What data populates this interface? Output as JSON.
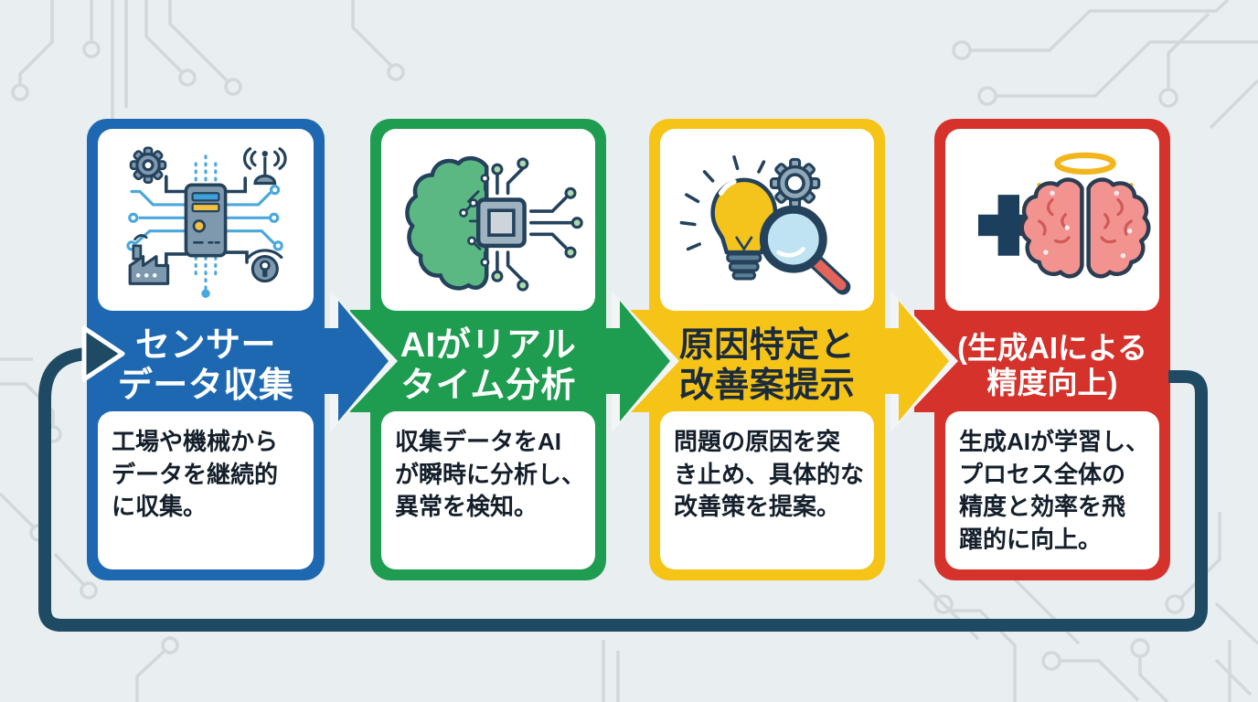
{
  "palette": {
    "background": "#e9eef0",
    "circuit_trace": "#d2d9db",
    "body_text": "#141f2b"
  },
  "feedback_loop": {
    "color": "#1e4b63"
  },
  "cards": [
    {
      "id": "sensor-data-collection",
      "color": "#1e68b2",
      "title_color": "#ffffff",
      "title_lines": [
        "センサー",
        "データ収集"
      ],
      "title_text": "センサーデータ収集",
      "body_lines": [
        "工場や機械から",
        "データを継続的",
        "に収集。"
      ],
      "body_text": "工場や機械からデータを継続的に収集。",
      "icon": "iot-sensor-network-icon"
    },
    {
      "id": "ai-realtime-analysis",
      "color": "#1e9c4f",
      "title_color": "#ffffff",
      "title_lines": [
        "AIがリアル",
        "タイム分析"
      ],
      "title_text": "AIがリアルタイム分析",
      "body_lines": [
        "収集データをAI",
        "が瞬時に分析し、",
        "異常を検知。"
      ],
      "body_text": "収集データをAIが瞬時に分析し、異常を検知。",
      "icon": "ai-brain-chip-icon"
    },
    {
      "id": "cause-identification",
      "color": "#f5c417",
      "title_color": "#1b2b3b",
      "title_lines": [
        "原因特定と",
        "改善案提示"
      ],
      "title_text": "原因特定と改善案提示",
      "body_lines": [
        "問題の原因を突",
        "き止め、具体的な",
        "改善策を提案。"
      ],
      "body_text": "問題の原因を突き止め、具体的な改善策を提案。",
      "icon": "idea-gear-magnifier-icon"
    },
    {
      "id": "genai-accuracy-improvement",
      "color": "#d5322b",
      "title_color": "#ffffff",
      "title_lines": [
        "(生成AIによる",
        "精度向上)"
      ],
      "title_text": "(生成AIによる精度向上)",
      "body_lines": [
        "生成AIが学習し、",
        "プロセス全体の",
        "精度と効率を飛",
        "躍的に向上。"
      ],
      "body_text": "生成AIが学習し、プロセス全体の精度と効率を飛躍的に向上。",
      "icon": "plus-brain-halo-icon"
    }
  ]
}
